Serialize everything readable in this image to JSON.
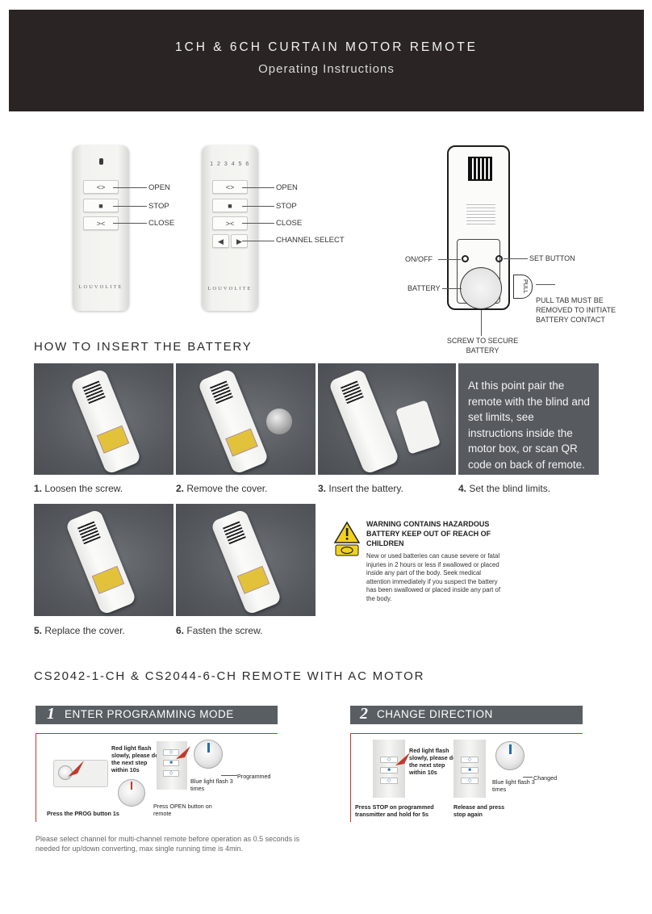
{
  "header": {
    "title": "1CH & 6CH CURTAIN MOTOR REMOTE",
    "subtitle": "Operating Instructions"
  },
  "remote1": {
    "buttons": [
      "<>",
      "■",
      "><"
    ],
    "labels": [
      "OPEN",
      "STOP",
      "CLOSE"
    ],
    "brand": "LOUVOLITE"
  },
  "remote6": {
    "channels": "1 2 3 4 5 6",
    "buttons": [
      "<>",
      "■",
      "><",
      "◀",
      "▶"
    ],
    "labels": [
      "OPEN",
      "STOP",
      "CLOSE",
      "CHANNEL SELECT"
    ],
    "brand": "LOUVOLITE"
  },
  "back": {
    "labels": {
      "onoff": "ON/OFF",
      "battery": "BATTERY",
      "set_button": "SET BUTTON",
      "pull_tab": "PULL TAB MUST BE REMOVED TO INITIATE BATTERY CONTACT",
      "screw": "SCREW TO SECURE BATTERY",
      "pull": "PULL"
    }
  },
  "battery_section": {
    "title": "HOW TO INSERT THE BATTERY",
    "steps": [
      {
        "num": "1.",
        "text": "Loosen the screw."
      },
      {
        "num": "2.",
        "text": "Remove the cover."
      },
      {
        "num": "3.",
        "text": "Insert the battery."
      },
      {
        "num": "4.",
        "text": "Set the blind limits."
      },
      {
        "num": "5.",
        "text": "Replace the cover."
      },
      {
        "num": "6.",
        "text": "Fasten the screw."
      }
    ],
    "tip": "At this point pair the remote with the blind and set limits, see instructions inside the motor box, or scan QR code on back of remote."
  },
  "warning": {
    "title": "WARNING CONTAINS HAZARDOUS BATTERY KEEP OUT OF REACH OF CHILDREN",
    "body": "New or used batteries can cause severe or fatal injuries in 2 hours or less if swallowed or placed inside any part of the body. Seek medical attention immediately if you suspect the battery has been swallowed or placed inside any part of the body."
  },
  "ac_section": {
    "title": "CS2042-1-CH & CS2044-6-CH REMOTE WITH AC MOTOR",
    "panel1": {
      "num": "1",
      "title": "ENTER PROGRAMMING MODE",
      "texts": {
        "red_flash": "Red light flash slowly, please do the next step within 10s",
        "blue": "Blue light flash 3 times",
        "programmed": "Programmed",
        "prog": "Press the PROG button 1s",
        "open": "Press OPEN button on remote"
      }
    },
    "panel2": {
      "num": "2",
      "title": "CHANGE DIRECTION",
      "texts": {
        "red_flash": "Red light flash slowly, please do the next step within 10s",
        "blue": "Blue light flash 3 times",
        "changed": "Changed",
        "stop": "Press STOP on programmed transmitter and hold for 5s",
        "release": "Release and press stop again"
      }
    },
    "note": "Please select channel for multi-channel remote before operation as 0.5 seconds is needed for up/down converting, max single running time is 4min."
  },
  "colors": {
    "header_bg": "#2a2524",
    "panel_bg": "#575b60",
    "bar_bg": "#595e63",
    "accent_red": "#c0392b",
    "blue_light": "#2a6ab0"
  }
}
